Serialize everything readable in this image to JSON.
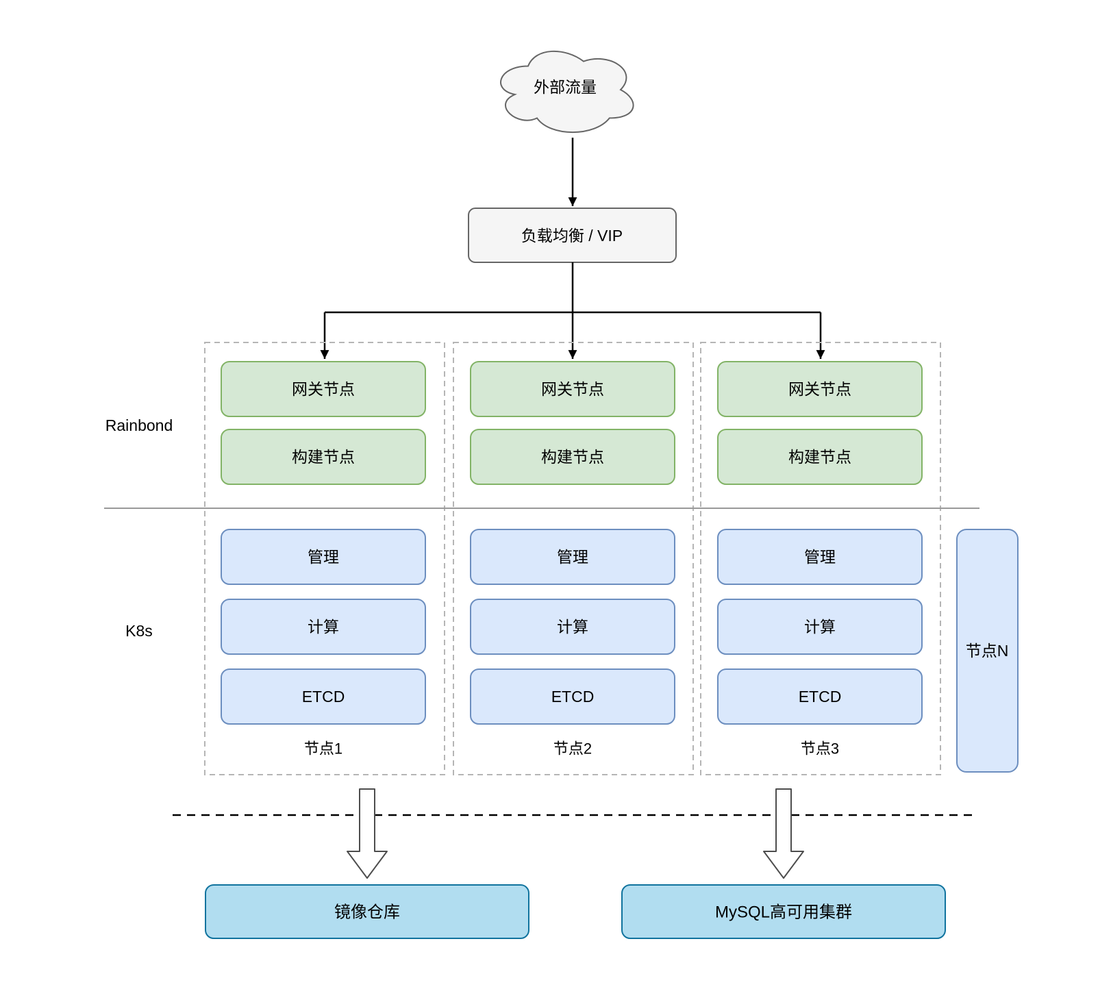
{
  "cloud": {
    "label": "外部流量"
  },
  "load_balancer": {
    "label": "负载均衡 / VIP"
  },
  "section_labels": {
    "rainbond": "Rainbond",
    "k8s": "K8s"
  },
  "columns": [
    {
      "rainbond": [
        "网关节点",
        "构建节点"
      ],
      "k8s": [
        "管理",
        "计算",
        "ETCD"
      ],
      "node_label": "节点1"
    },
    {
      "rainbond": [
        "网关节点",
        "构建节点"
      ],
      "k8s": [
        "管理",
        "计算",
        "ETCD"
      ],
      "node_label": "节点2"
    },
    {
      "rainbond": [
        "网关节点",
        "构建节点"
      ],
      "k8s": [
        "管理",
        "计算",
        "ETCD"
      ],
      "node_label": "节点3"
    }
  ],
  "node_n": {
    "label": "节点N"
  },
  "external_services": {
    "registry": "镜像仓库",
    "mysql": "MySQL高可用集群"
  },
  "colors": {
    "rainbond_node_fill": "#d5e8d4",
    "rainbond_node_border": "#82b366",
    "k8s_node_fill": "#dae8fc",
    "k8s_node_border": "#6c8ebf",
    "service_fill": "#b1ddf0",
    "service_border": "#10739e",
    "neutral_fill": "#f5f5f5",
    "neutral_border": "#666666"
  }
}
